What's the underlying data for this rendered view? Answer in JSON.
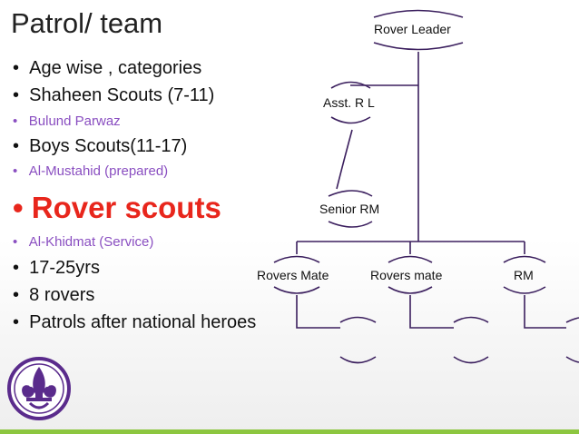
{
  "title": "Patrol/ team",
  "bullets": [
    {
      "text": "Age wise , categories",
      "style": "normal"
    },
    {
      "text": "Shaheen Scouts (7-11)",
      "style": "normal"
    },
    {
      "text": "Bulund Parwaz",
      "style": "sub"
    },
    {
      "text": "Boys Scouts(11-17)",
      "style": "normal"
    },
    {
      "text": "Al-Mustahid (prepared)",
      "style": "sub"
    },
    {
      "text": "Rover scouts",
      "style": "big"
    },
    {
      "text": "Al-Khidmat (Service)",
      "style": "sub"
    },
    {
      "text": "17-25yrs",
      "style": "normal"
    },
    {
      "text": "8 rovers",
      "style": "normal"
    },
    {
      "text": "Patrols after national heroes",
      "style": "normal"
    }
  ],
  "bullet_char": "•",
  "org_chart": {
    "nodes": {
      "rover_leader": "Rover Leader",
      "asst_rl": "Asst. R L",
      "senior_rm": "Senior RM",
      "rovers_mate_1": "Rovers Mate",
      "rovers_mate_2": "Rovers mate",
      "rm": "RM"
    }
  },
  "colors": {
    "accent_purple": "#8a4fc1",
    "highlight_red": "#e8261c",
    "line_purple": "#3b1f5e",
    "footer_green": "#8cc63f"
  },
  "icons": {
    "emblem": "scout-fleur-de-lis-icon"
  }
}
